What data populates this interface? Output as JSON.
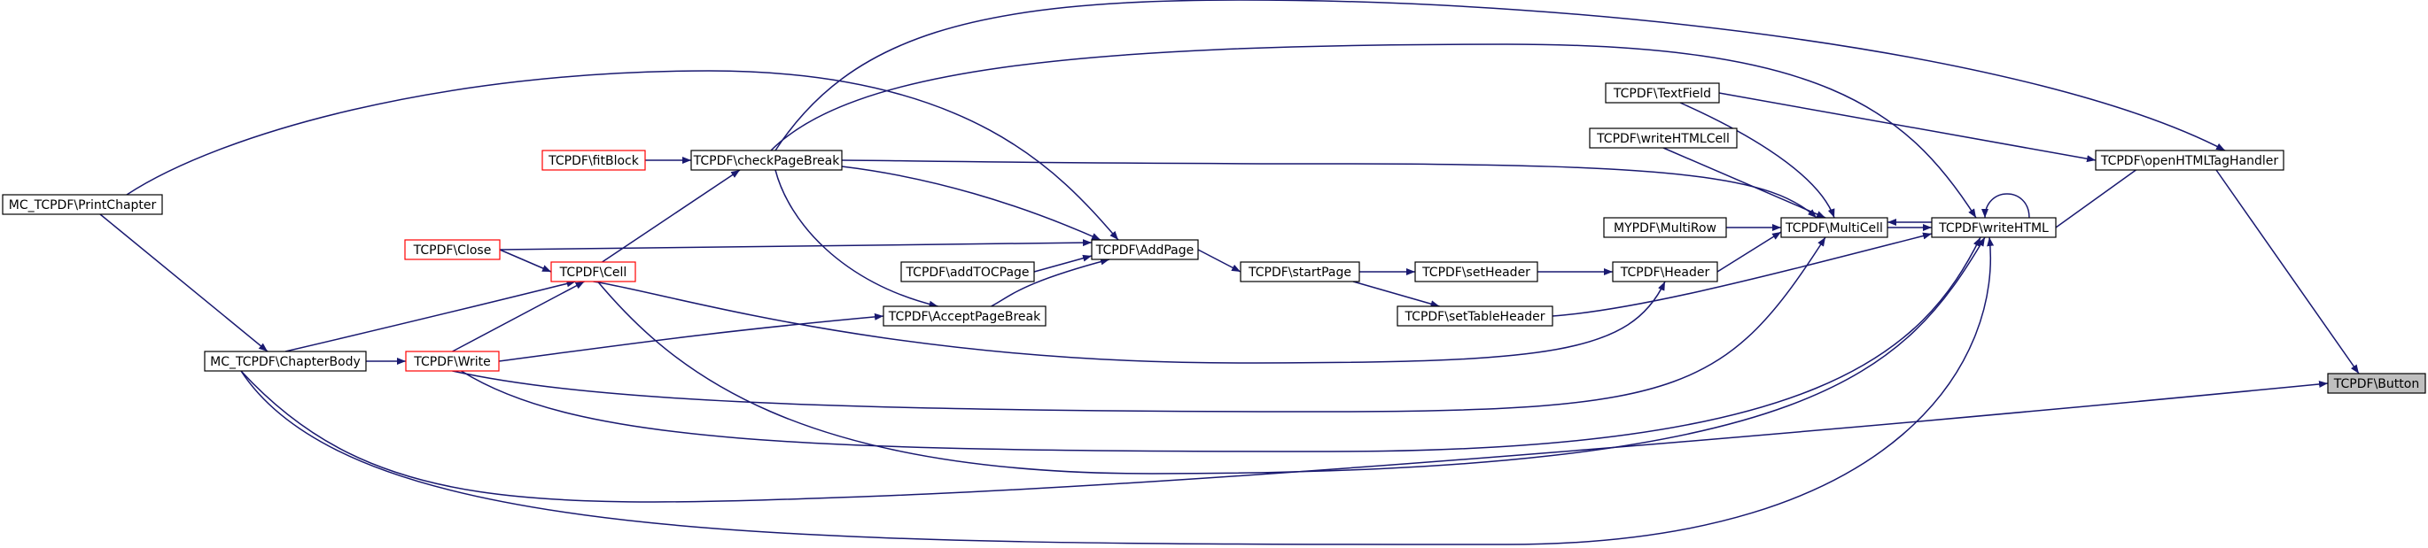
{
  "colors": {
    "edge": "#191970",
    "node_border": "#000000",
    "node_border_incomplete": "#ff0000",
    "node_fill": "#ffffff",
    "focus_fill": "#bfbfbf",
    "text": "#000000"
  },
  "nodes": [
    {
      "id": "button",
      "label": "TCPDF\\Button",
      "focus": true
    },
    {
      "id": "openHTMLTagHandler",
      "label": "TCPDF\\openHTMLTagHandler"
    },
    {
      "id": "textField",
      "label": "TCPDF\\TextField"
    },
    {
      "id": "writeHTMLCell",
      "label": "TCPDF\\writeHTMLCell"
    },
    {
      "id": "multiRow",
      "label": "MYPDF\\MultiRow"
    },
    {
      "id": "multiCell",
      "label": "TCPDF\\MultiCell"
    },
    {
      "id": "writeHTML",
      "label": "TCPDF\\writeHTML"
    },
    {
      "id": "header",
      "label": "TCPDF\\Header"
    },
    {
      "id": "setHeader",
      "label": "TCPDF\\setHeader"
    },
    {
      "id": "setTableHeader",
      "label": "TCPDF\\setTableHeader"
    },
    {
      "id": "startPage",
      "label": "TCPDF\\startPage"
    },
    {
      "id": "addPage",
      "label": "TCPDF\\AddPage"
    },
    {
      "id": "addTOCPage",
      "label": "TCPDF\\addTOCPage"
    },
    {
      "id": "acceptPageBreak",
      "label": "TCPDF\\AcceptPageBreak"
    },
    {
      "id": "checkPageBreak",
      "label": "TCPDF\\checkPageBreak"
    },
    {
      "id": "fitBlock",
      "label": "TCPDF\\fitBlock",
      "incomplete": true
    },
    {
      "id": "cell",
      "label": "TCPDF\\Cell",
      "incomplete": true
    },
    {
      "id": "close",
      "label": "TCPDF\\Close",
      "incomplete": true
    },
    {
      "id": "write",
      "label": "TCPDF\\Write",
      "incomplete": true
    },
    {
      "id": "chapterBody",
      "label": "MC_TCPDF\\ChapterBody"
    },
    {
      "id": "printChapter",
      "label": "MC_TCPDF\\PrintChapter"
    }
  ],
  "edges": [
    {
      "from": "button",
      "to": "openHTMLTagHandler"
    },
    {
      "from": "button",
      "to": "chapterBody"
    },
    {
      "from": "openHTMLTagHandler",
      "to": "textField"
    },
    {
      "from": "openHTMLTagHandler",
      "to": "writeHTML"
    },
    {
      "from": "openHTMLTagHandler",
      "to": "checkPageBreak"
    },
    {
      "from": "writeHTML",
      "to": "writeHTML"
    },
    {
      "from": "writeHTML",
      "to": "multiCell"
    },
    {
      "from": "writeHTML",
      "to": "checkPageBreak"
    },
    {
      "from": "writeHTML",
      "to": "setTableHeader"
    },
    {
      "from": "writeHTML",
      "to": "cell"
    },
    {
      "from": "writeHTML",
      "to": "write"
    },
    {
      "from": "writeHTML",
      "to": "chapterBody"
    },
    {
      "from": "multiCell",
      "to": "textField"
    },
    {
      "from": "multiCell",
      "to": "writeHTMLCell"
    },
    {
      "from": "multiCell",
      "to": "multiRow"
    },
    {
      "from": "multiCell",
      "to": "writeHTML"
    },
    {
      "from": "multiCell",
      "to": "header"
    },
    {
      "from": "multiCell",
      "to": "checkPageBreak"
    },
    {
      "from": "multiCell",
      "to": "write"
    },
    {
      "from": "header",
      "to": "setHeader"
    },
    {
      "from": "header",
      "to": "cell"
    },
    {
      "from": "setHeader",
      "to": "startPage"
    },
    {
      "from": "setTableHeader",
      "to": "startPage"
    },
    {
      "from": "startPage",
      "to": "addPage"
    },
    {
      "from": "addPage",
      "to": "addTOCPage"
    },
    {
      "from": "addPage",
      "to": "acceptPageBreak"
    },
    {
      "from": "addPage",
      "to": "checkPageBreak"
    },
    {
      "from": "addPage",
      "to": "close"
    },
    {
      "from": "addPage",
      "to": "printChapter"
    },
    {
      "from": "acceptPageBreak",
      "to": "checkPageBreak"
    },
    {
      "from": "acceptPageBreak",
      "to": "write"
    },
    {
      "from": "checkPageBreak",
      "to": "fitBlock"
    },
    {
      "from": "checkPageBreak",
      "to": "cell"
    },
    {
      "from": "cell",
      "to": "close"
    },
    {
      "from": "cell",
      "to": "write"
    },
    {
      "from": "cell",
      "to": "chapterBody"
    },
    {
      "from": "write",
      "to": "chapterBody"
    },
    {
      "from": "chapterBody",
      "to": "printChapter"
    }
  ]
}
